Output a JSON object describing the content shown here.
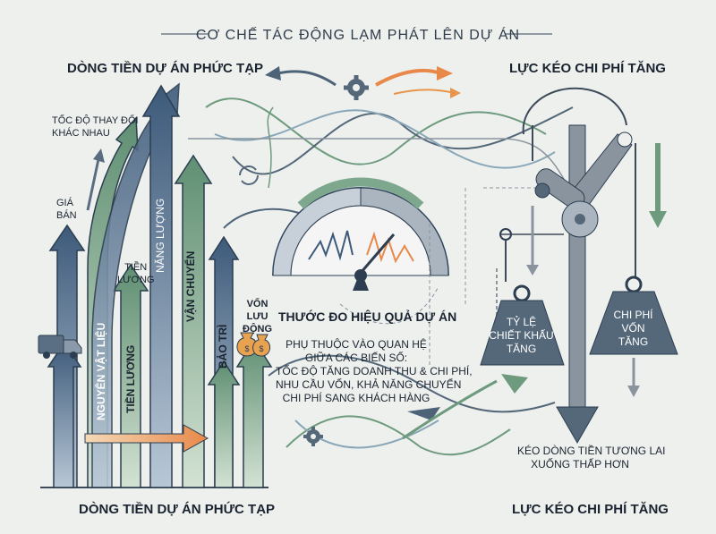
{
  "title": "CƠ CHẾ TÁC ĐỘNG LẠM PHÁT LÊN DỰ ÁN",
  "left_header": "DÒNG TIỀN DỰ ÁN PHỨC TẠP",
  "right_header": "LỰC KÉO CHI PHÍ TĂNG",
  "left_footer": "DÒNG TIỀN DỰ ÁN PHỨC TẠP",
  "right_footer": "LỰC KÉO CHI PHÍ TĂNG",
  "labels": {
    "speed_line1": "TỐC ĐỘ THAY ĐỔI",
    "speed_line2": "KHÁC NHAU",
    "price_line1": "GIÁ",
    "price_line2": "BÁN",
    "salary_line1": "TIỀN",
    "salary_line2": "LƯƠNG",
    "wc_line1": "VỐN",
    "wc_line2": "LƯU",
    "wc_line3": "ĐỘNG",
    "materials": "NGUYÊN VẬT LIỆU",
    "salary_vertical": "TIỀN LƯƠNG",
    "energy": "NĂNG LƯỢNG",
    "transport": "VẬN CHUYỂN",
    "maintenance": "BẢO TRÌ"
  },
  "gauge": {
    "title": "THƯỚC ĐO HIỆU QUẢ DỰ ÁN",
    "desc": [
      "PHỤ THUỘC VÀO QUAN HỆ",
      "GIỮA CÁC BIẾN SỐ:",
      "TỐC ĐỘ TĂNG DOANH THU & CHI PHÍ,",
      "NHU CẦU VỐN, KHẢ NĂNG CHUYỂN",
      "CHI PHÍ SANG KHÁCH HÀNG"
    ]
  },
  "weights": {
    "left": [
      "TỶ LỆ",
      "CHIẾT KHẤU",
      "TĂNG"
    ],
    "right": [
      "CHI PHÍ",
      "VỐN",
      "TĂNG"
    ]
  },
  "bottom_right_note": [
    "KÉO DÒNG TIỀN TƯƠNG LAI",
    "XUỐNG THẤP HƠN"
  ],
  "icons": [
    "truck-icon",
    "gear-icon",
    "money-bag-icon",
    "weight-icon",
    "pulley-icon"
  ],
  "colors": {
    "navy": "#3d5a7a",
    "green": "#6e9a7e",
    "orange": "#e8944a",
    "gray": "#8a949e"
  }
}
